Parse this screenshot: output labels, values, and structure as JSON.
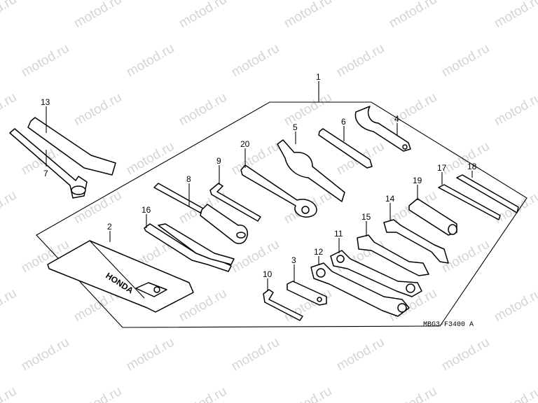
{
  "watermark": {
    "text": "motod.ru"
  },
  "diagram_code": "MBG3-F3400 A",
  "callouts": {
    "c1": "1",
    "c2": "2",
    "c3": "3",
    "c4": "4",
    "c5": "5",
    "c6": "6",
    "c7": "7",
    "c8": "8",
    "c9": "9",
    "c10": "10",
    "c11": "11",
    "c12": "12",
    "c13": "13",
    "c14": "14",
    "c15": "15",
    "c16": "16",
    "c17": "17",
    "c18": "18",
    "c19": "19",
    "c20": "20"
  },
  "tool_bag_logo": "HONDA"
}
